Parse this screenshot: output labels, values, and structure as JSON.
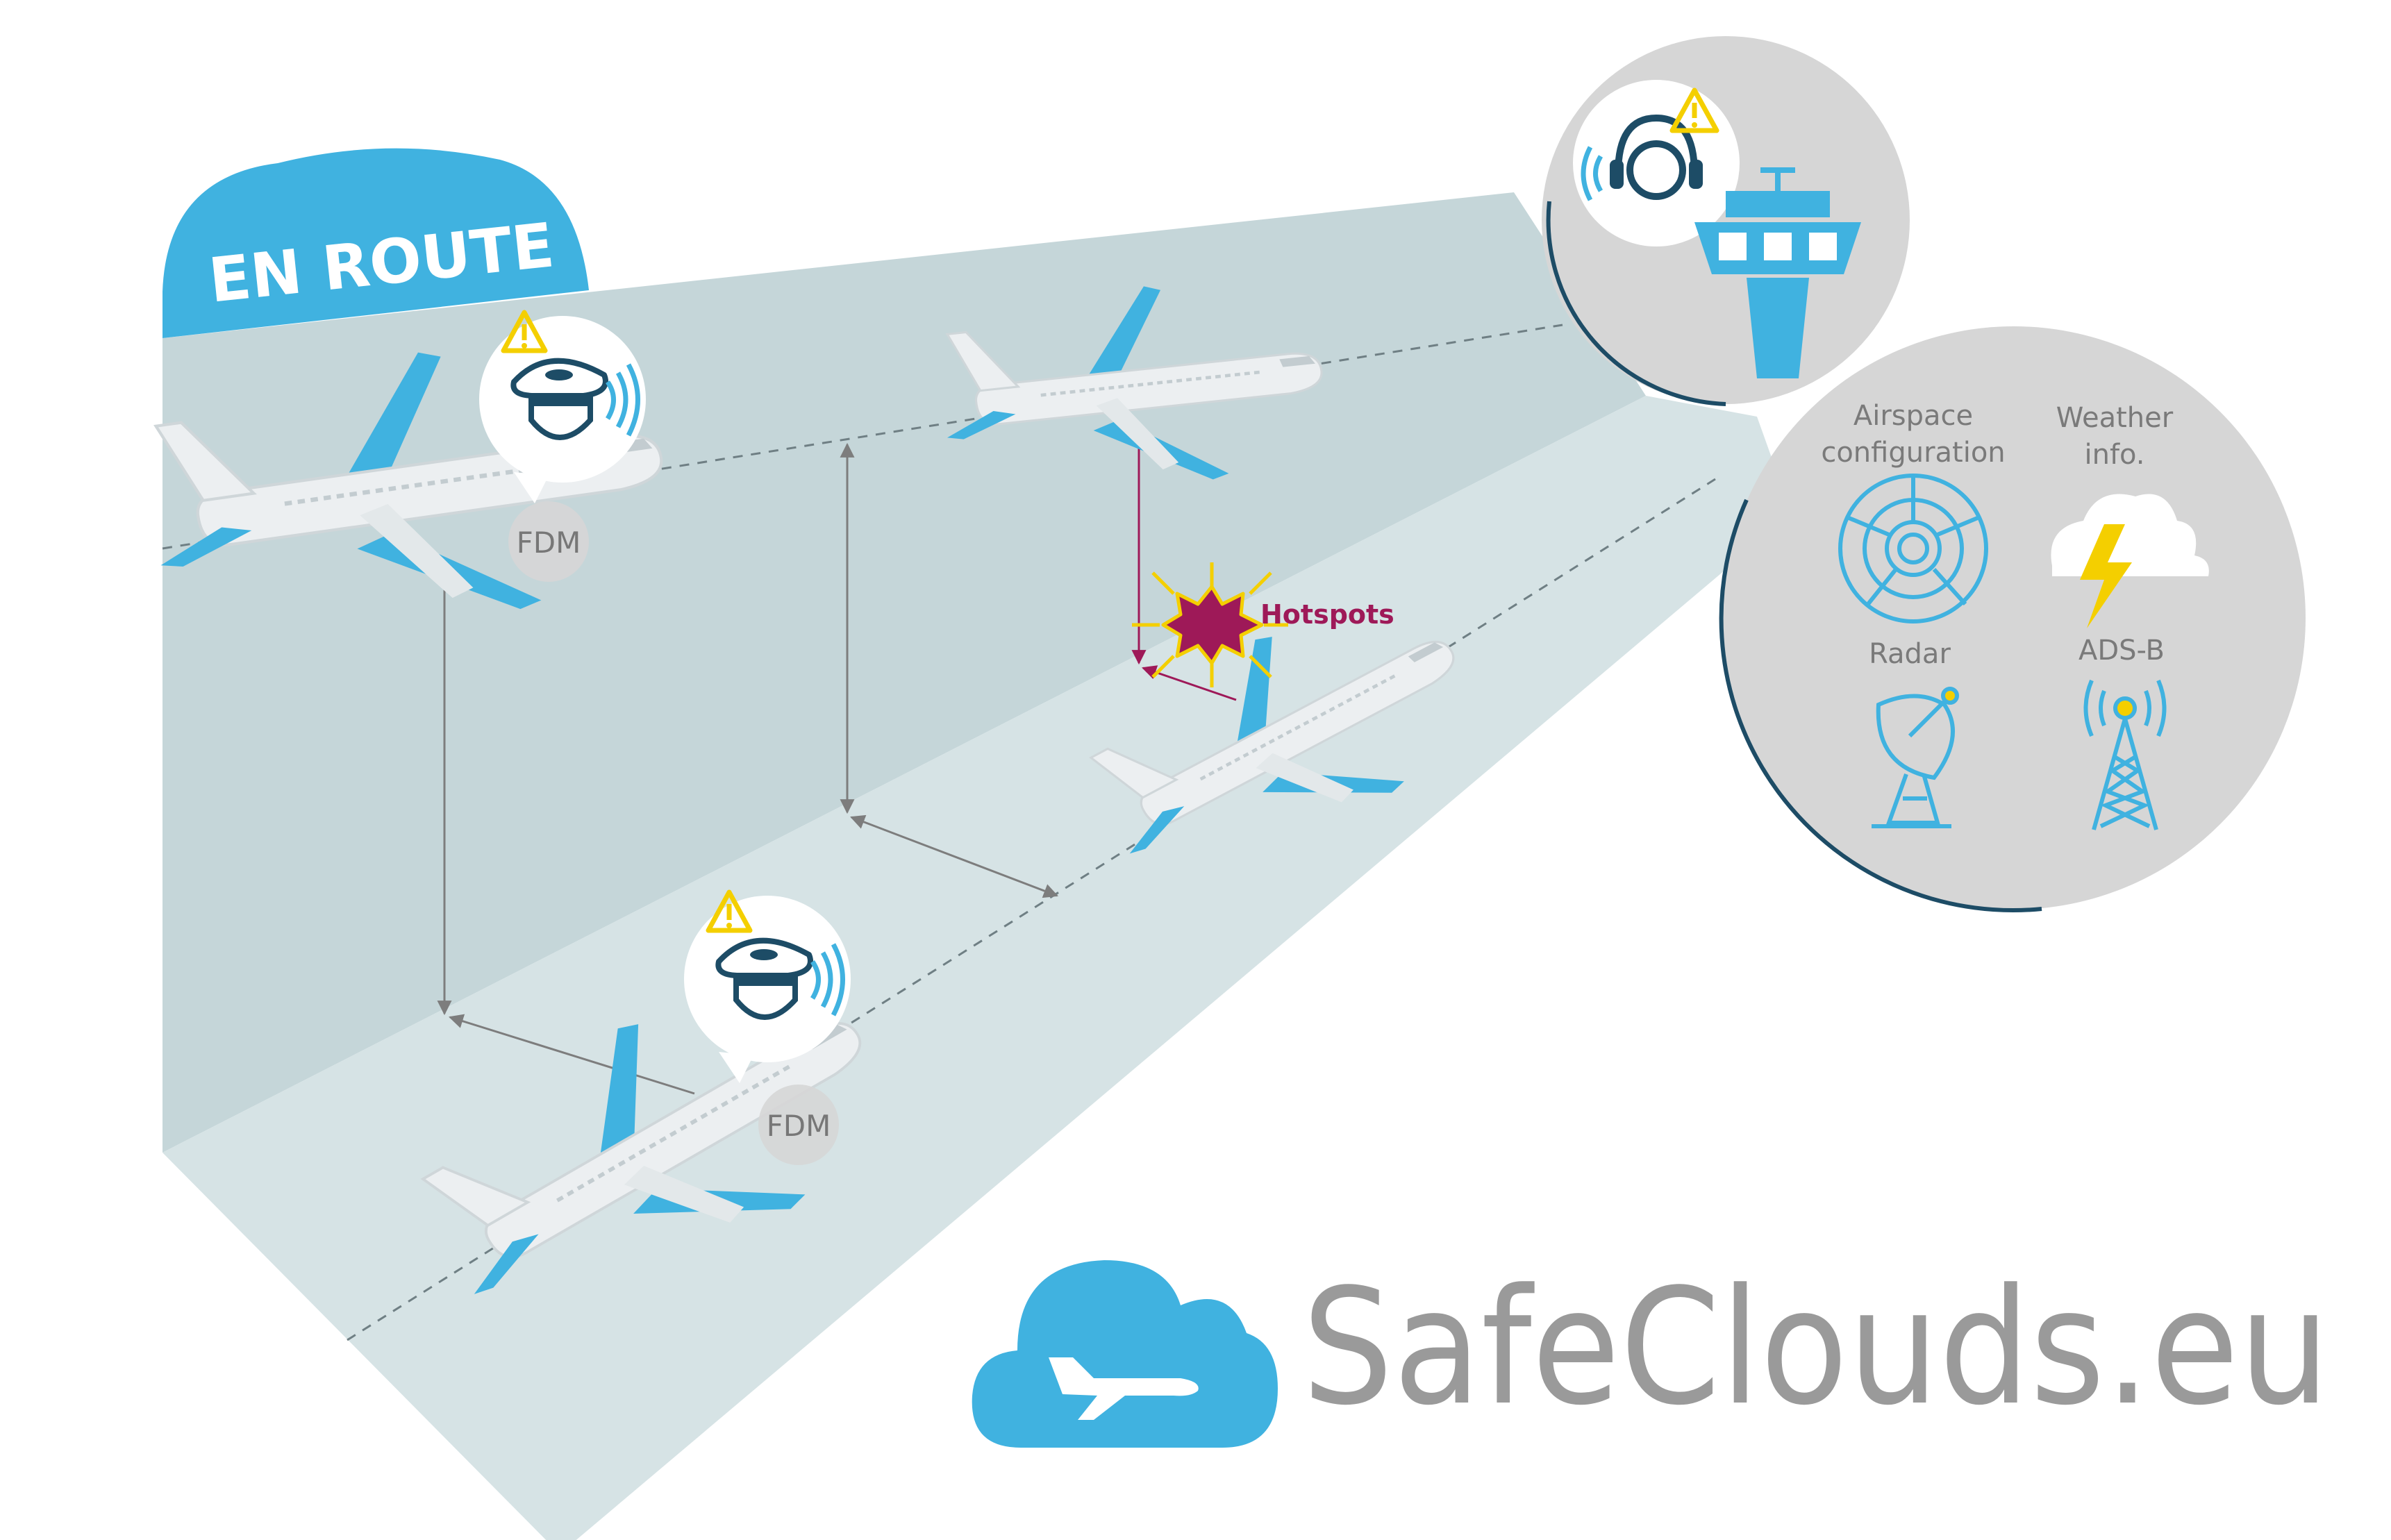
{
  "phase_badge": {
    "label": "EN ROUTE"
  },
  "fdm_labels": {
    "upper": "FDM",
    "lower": "FDM"
  },
  "hotspots": {
    "label": "Hotspots"
  },
  "data_sources": {
    "airspace": "Airspace\nconfiguration",
    "weather": "Weather\ninfo.",
    "radar": "Radar",
    "adsb": "ADS-B"
  },
  "brand": {
    "name": "SafeClouds.eu"
  },
  "colors": {
    "blue": "#40b2e0",
    "light_panel": "#c5d6d9",
    "ground_panel": "#d6e3e5",
    "grey_circle": "#d6d6d6",
    "dark_teal": "#1d4c66",
    "warning_yellow": "#f4cf00",
    "hotspot_magenta": "#9e1958",
    "text_grey": "#8a8a8a",
    "plane_white": "#eceff1"
  },
  "icons": [
    "pilot-cap-icon",
    "warning-icon",
    "radio-signal-icon",
    "controller-headset-icon",
    "control-tower-icon",
    "weather-storm-icon",
    "airspace-radar-scope-icon",
    "radar-dish-icon",
    "adsb-antenna-icon",
    "cloud-plane-logo-icon"
  ]
}
